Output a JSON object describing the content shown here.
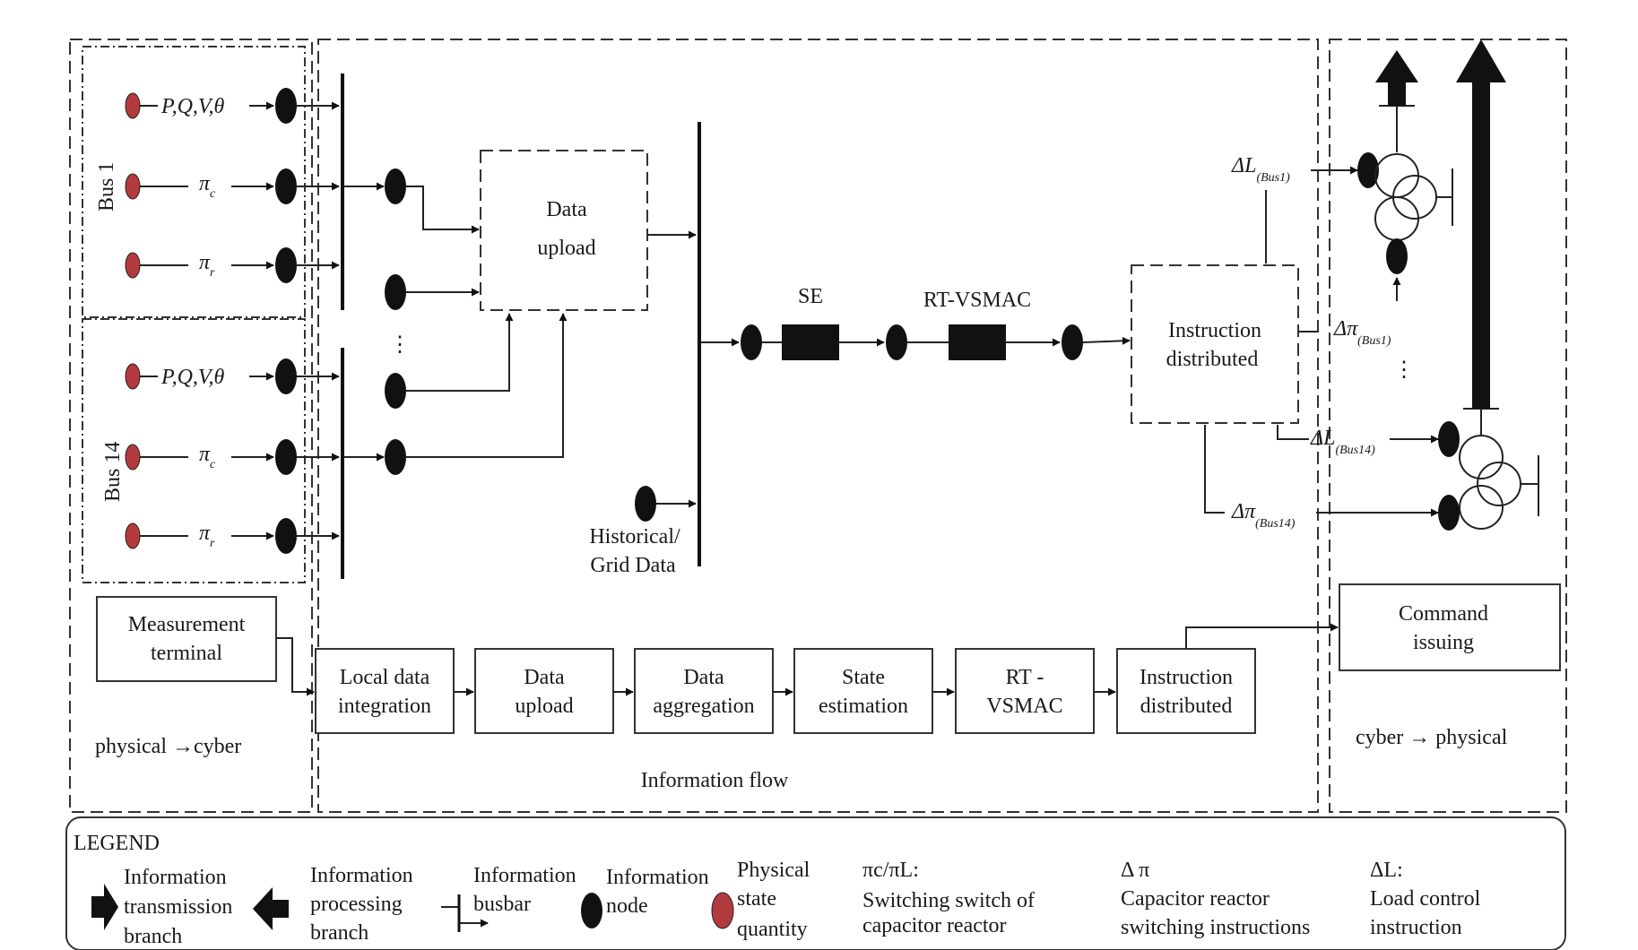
{
  "sections": {
    "left_caption": "physical →cyber",
    "middle_caption": "Information flow",
    "right_caption": "cyber → physical"
  },
  "bus_labels": {
    "bus1": "Bus 1",
    "bus14": "Bus 14"
  },
  "quantities": {
    "pqv": "P,Q,V,θ",
    "pi": "π",
    "sub_c": "c",
    "sub_r": "r"
  },
  "measurement_terminal": [
    "Measurement",
    "terminal"
  ],
  "data_upload_box": [
    "Data",
    "upload"
  ],
  "historical": [
    "Historical/",
    "Grid Data"
  ],
  "se_label": "SE",
  "rtvsmac_label": "RT-VSMAC",
  "instruction_box": [
    "Instruction",
    "distributed"
  ],
  "signals": {
    "dL": "ΔL",
    "dpi": "Δπ",
    "bus1_sub": "(Bus1)",
    "bus14_sub": "(Bus14)"
  },
  "command_issuing": [
    "Command",
    "issuing"
  ],
  "flow_steps": [
    [
      "Local data",
      "integration"
    ],
    [
      "Data",
      "upload"
    ],
    [
      "Data",
      "aggregation"
    ],
    [
      "State",
      "estimation"
    ],
    [
      "RT -",
      "VSMAC"
    ],
    [
      "Instruction",
      "distributed"
    ]
  ],
  "legend": {
    "title": "LEGEND",
    "transmission": [
      "Information",
      "transmission",
      "branch"
    ],
    "processing": [
      "Information",
      "processing",
      "branch"
    ],
    "busbar": [
      "Information",
      "busbar"
    ],
    "node": [
      "Information",
      "node"
    ],
    "physical": [
      "Physical",
      "state",
      "quantity"
    ],
    "pi_desc": [
      "πc/πL:",
      "Switching switch of",
      "capacitor reactor"
    ],
    "dpi_desc": [
      "Δ π",
      "Capacitor reactor",
      "switching instructions"
    ],
    "dl_desc": [
      "ΔL:",
      "Load control",
      "instruction"
    ]
  },
  "colors": {
    "physical_node": "#b33a3d",
    "info_node": "#111111",
    "line": "#222222"
  }
}
